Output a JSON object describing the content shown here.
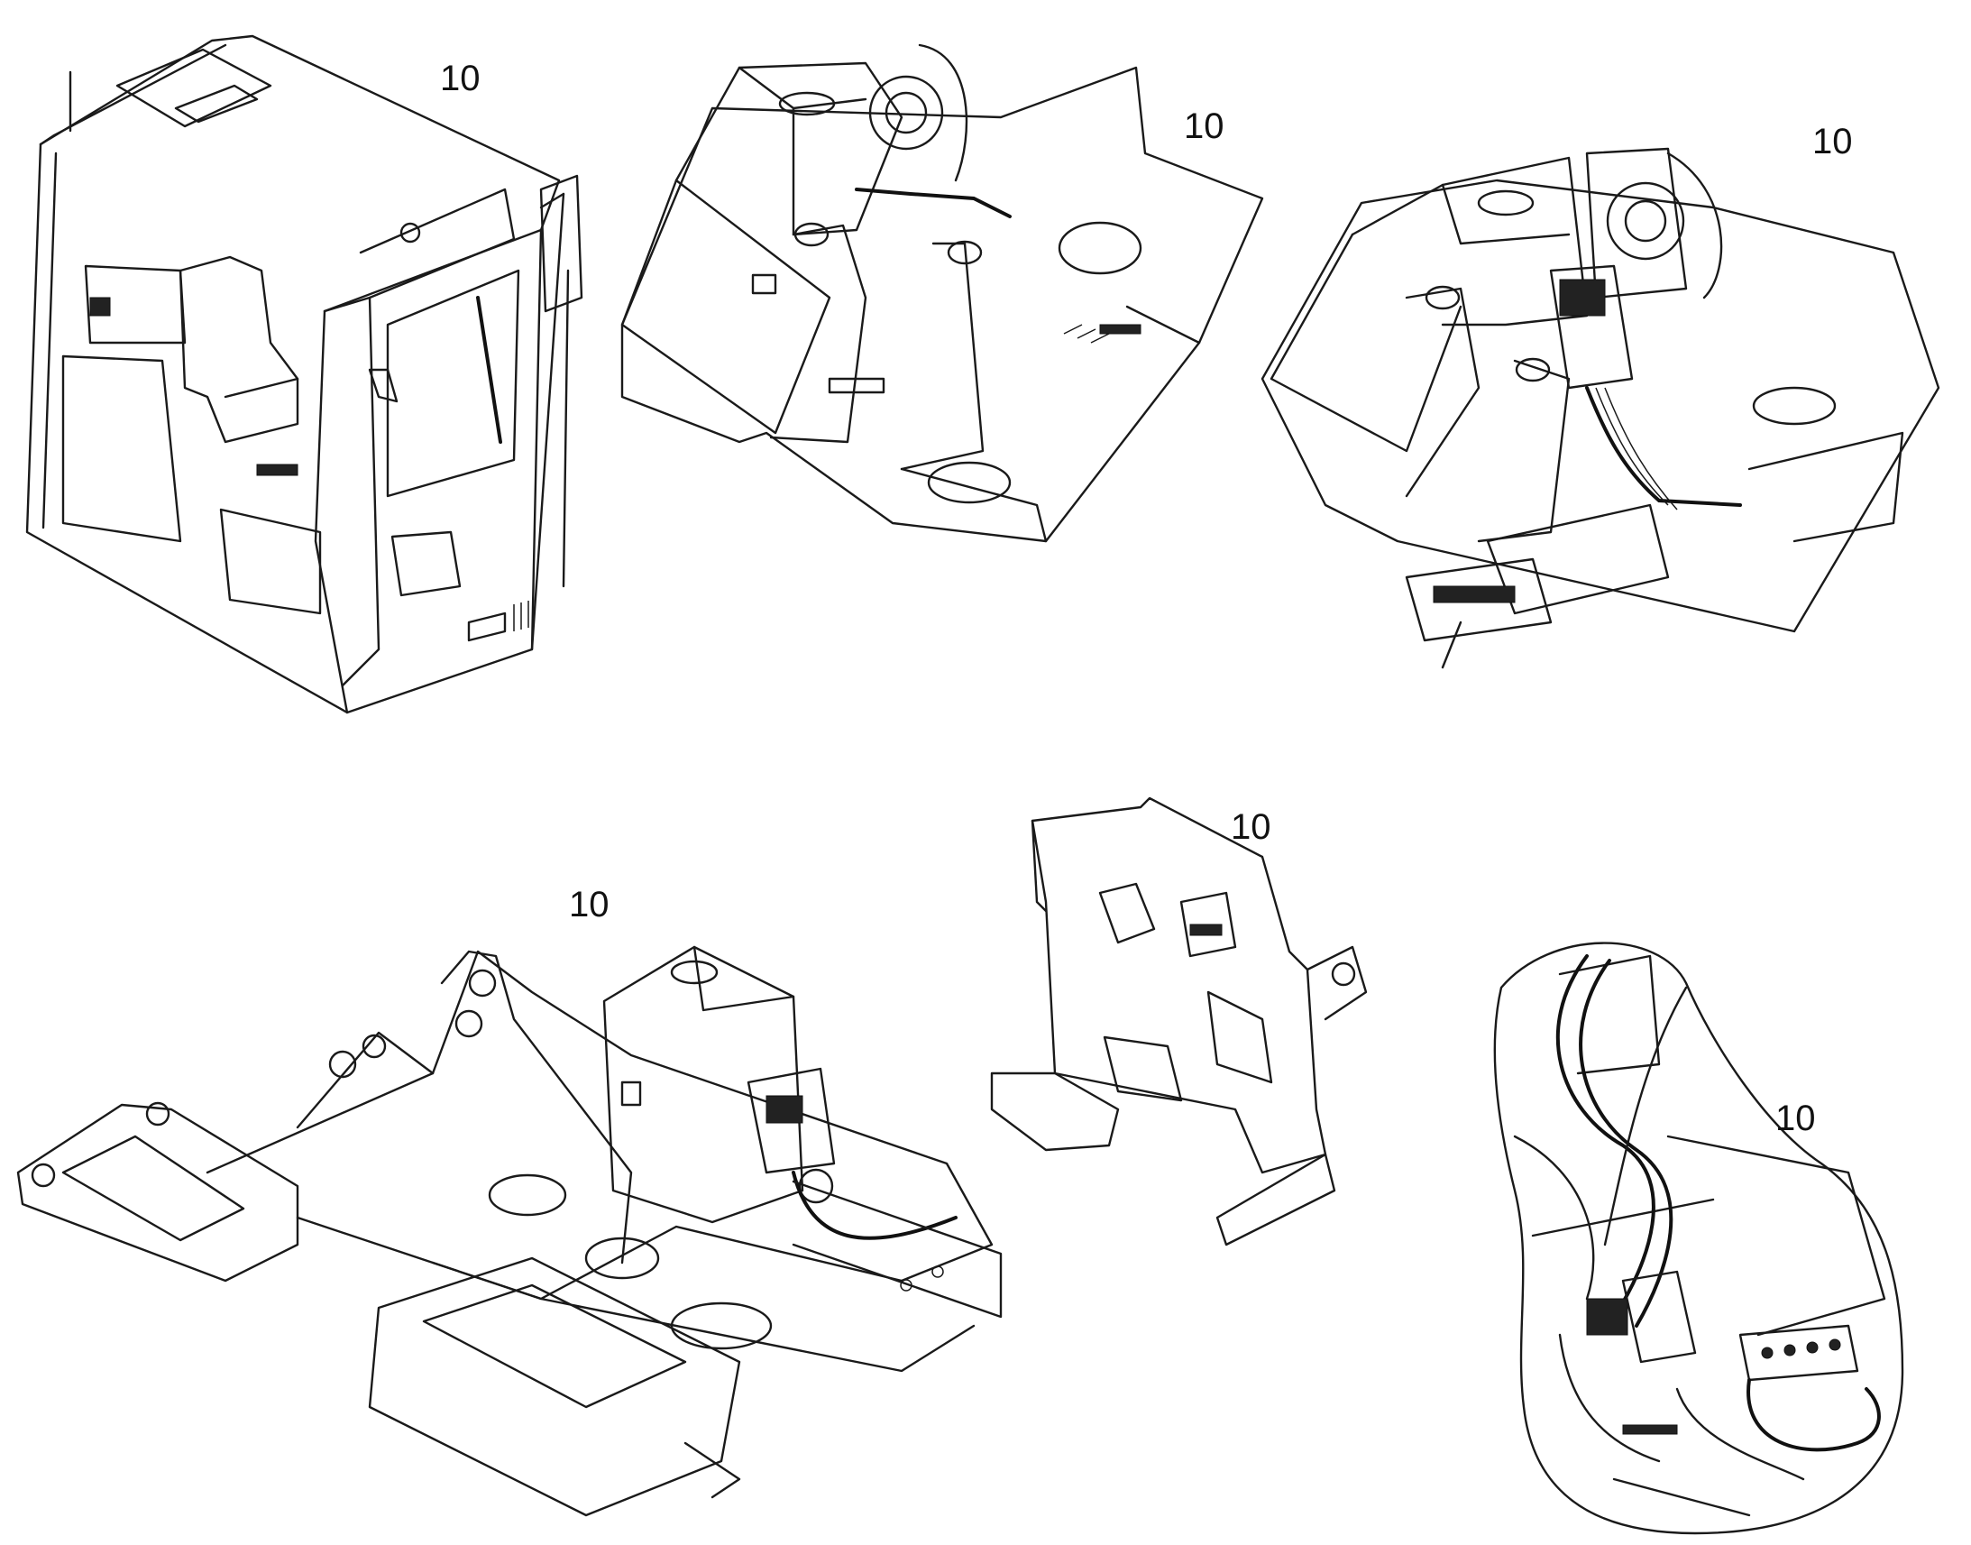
{
  "callouts": {
    "cab": "10",
    "upper_frame_left": "10",
    "upper_frame_right": "10",
    "lower_frame": "10",
    "bracket": "10",
    "hose_detail": "10"
  }
}
